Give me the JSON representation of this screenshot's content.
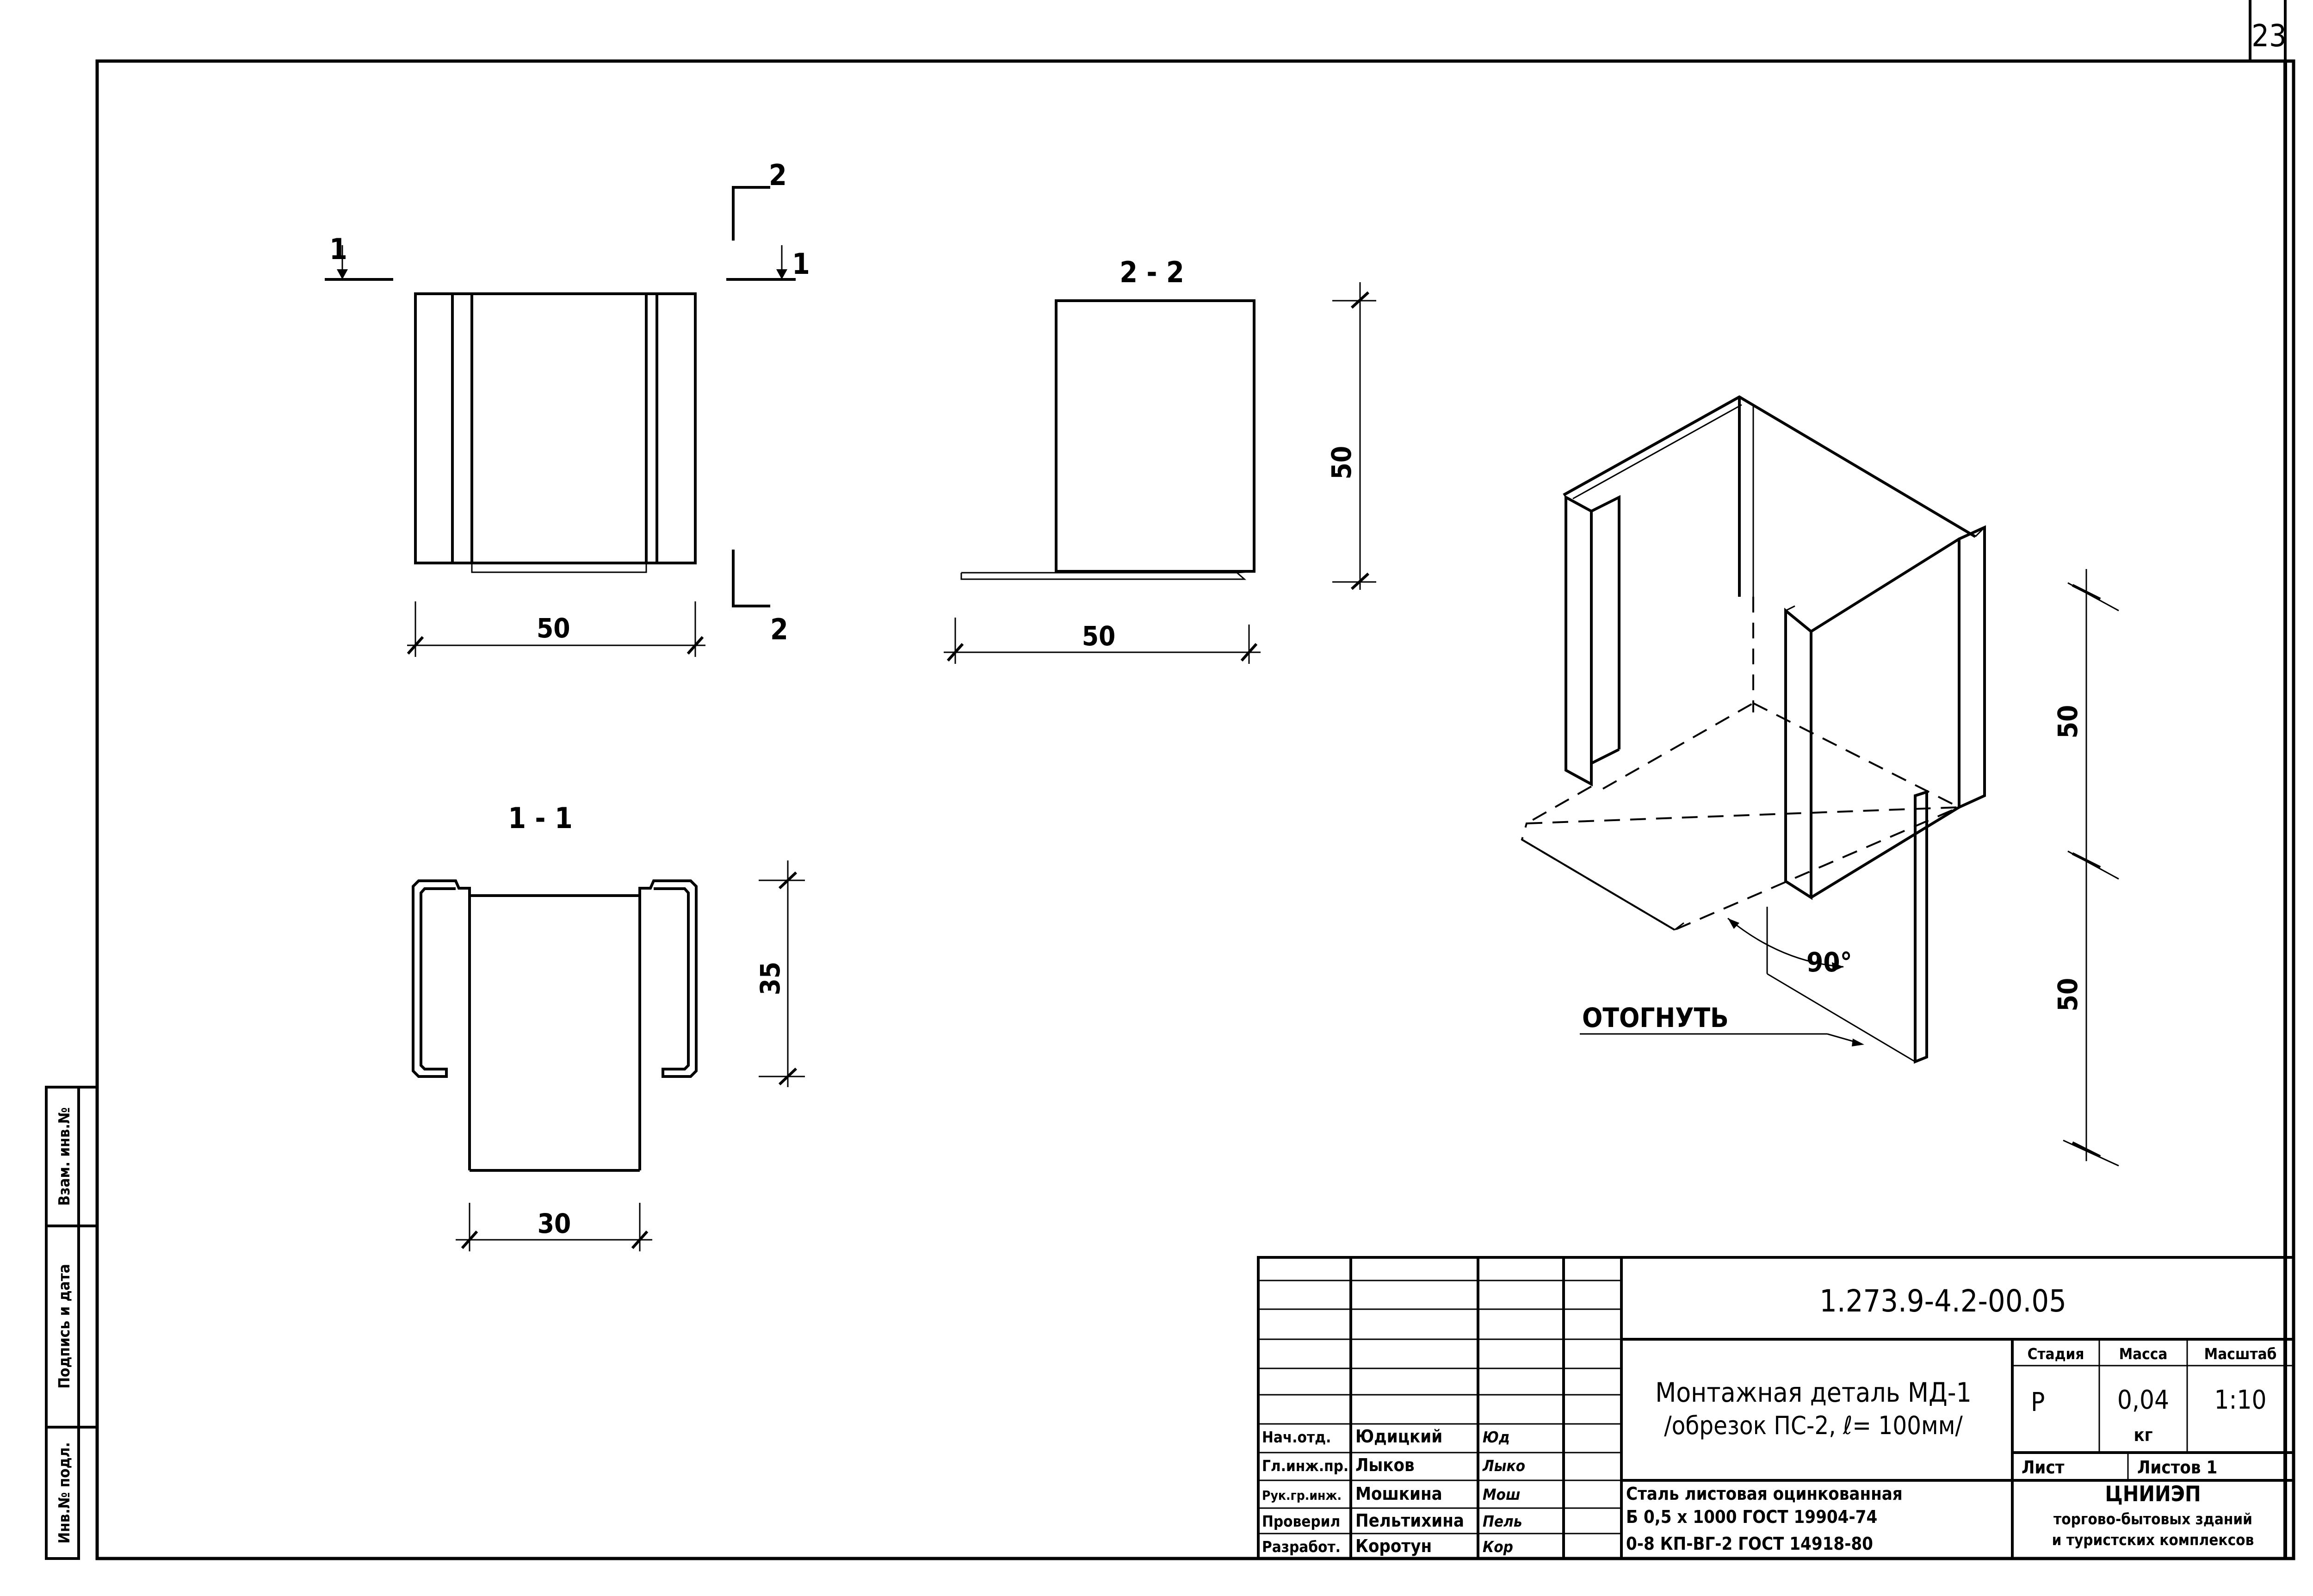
{
  "sheet_number": "23",
  "views": {
    "top_cut_labels": [
      "1",
      "2",
      "1",
      "2"
    ],
    "top_width": "50",
    "section_2_2_title": "2 - 2",
    "section_2_2_height": "50",
    "section_2_2_width": "50",
    "section_1_1_title": "1 - 1",
    "section_1_1_height": "35",
    "section_1_1_width": "30",
    "iso_height_upper": "50",
    "iso_height_lower": "50",
    "iso_angle": "90°",
    "iso_note": "ОТОГНУТЬ"
  },
  "title_block": {
    "designation": "1.273.9-4.2-00.05",
    "title_line1": "Монтажная деталь МД-1",
    "title_line2": "/обрезок ПС-2,  ℓ= 100мм/",
    "material_line1": "Сталь листовая оцинкованная",
    "material_line2": "Б 0,5 х 1000  ГОСТ 19904-74",
    "material_line3": "0-8 КП-ВГ-2 ГОСТ 14918-80",
    "stage_header": "Стадия",
    "mass_header": "Масса",
    "scale_header": "Масштаб",
    "stage_value": "Р",
    "mass_value": "0,04",
    "mass_unit": "кг",
    "scale_value": "1:10",
    "sheet_label": "Лист",
    "sheets_label": "Листов 1",
    "org_line1": "ЦНИИЭП",
    "org_line2": "торгово-бытовых зданий",
    "org_line3": "и туристских комплексов",
    "roles": [
      {
        "role": "Нач.отд.",
        "name": "Юдицкий",
        "sign": "Юд"
      },
      {
        "role": "Гл.инж.пр.",
        "name": "Лыков",
        "sign": "Лыко"
      },
      {
        "role": "Рук.гр.инж.",
        "name": "Мошкина",
        "sign": "Мош"
      },
      {
        "role": "Проверил",
        "name": "Пельтихина",
        "sign": "Пель"
      },
      {
        "role": "Разработ.",
        "name": "Коротун",
        "sign": "Кор"
      }
    ]
  },
  "side_strip": {
    "col1": "Инв.№ подл.",
    "col2": "Подпись и дата",
    "col3": "Взам. инв.№"
  }
}
